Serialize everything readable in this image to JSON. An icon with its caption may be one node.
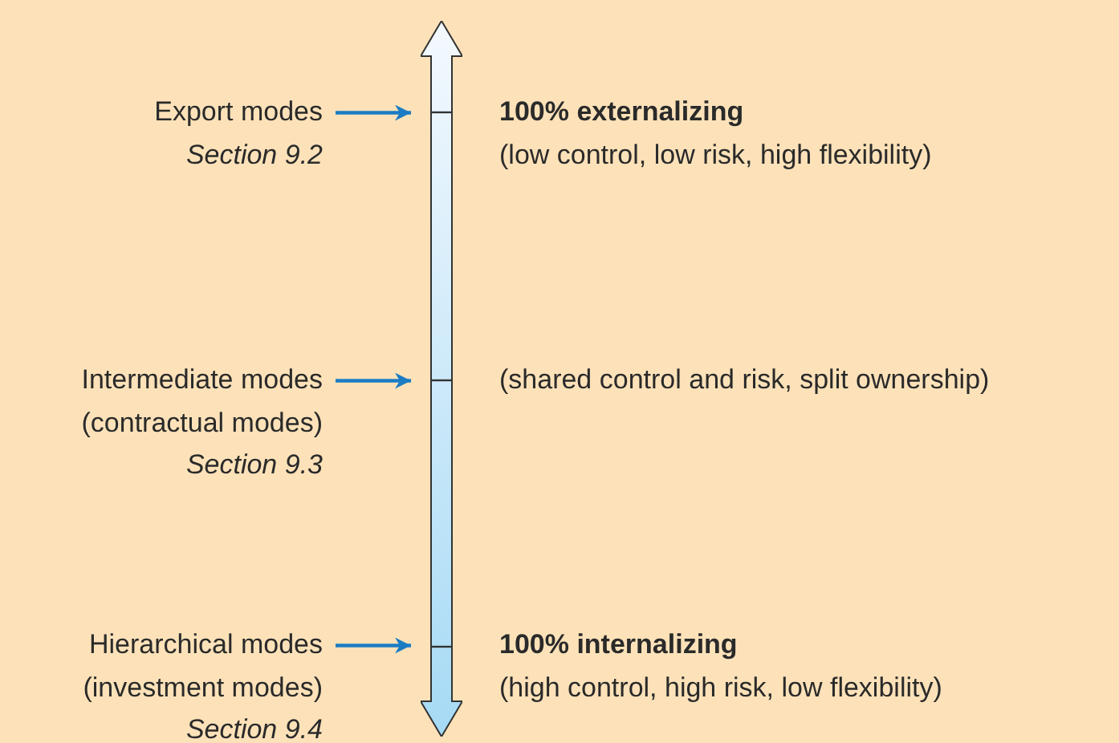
{
  "diagram": {
    "nodes": [
      {
        "text": [
          "Export modes",
          "Section 9.2"
        ]
      },
      {
        "text": [
          "Intermediate modes",
          "(contractual modes)",
          "Section 9.3"
        ]
      },
      {
        "text": [
          "Hierarchical modes",
          "(investment modes)",
          "Section 9.4"
        ]
      },
      {
        "text": [],
        "shape": "bar"
      }
    ],
    "edges": [
      {
        "from": 0,
        "to": 3,
        "arrow": "to"
      },
      {
        "from": 1,
        "to": 3,
        "arrow": "to"
      },
      {
        "from": 2,
        "to": 3,
        "arrow": "to"
      }
    ],
    "labels": [
      "100% externalizing",
      "(low control, low risk, high flexibility)",
      "(shared control and risk, split ownership)",
      "100% internalizing",
      "(high control, high risk, low flexibility)"
    ]
  }
}
